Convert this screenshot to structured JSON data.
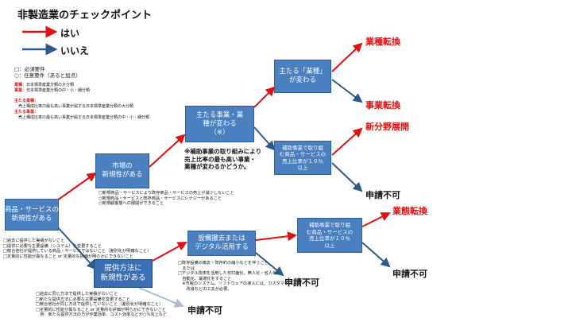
{
  "title": "非製造業のチェックポイント",
  "legend": {
    "yes_label": "はい",
    "no_label": "いいえ",
    "yes_color": "#e01010",
    "no_color": "#2b5b8c"
  },
  "key": {
    "required": "□：必須要件",
    "optional": "○：任意要件（あると加点）",
    "industry_label": "業種：",
    "industry_text": "日本標準産業分類の大分類",
    "business_label": "事業：",
    "business_text": "日本標準産業分類の中・小・細分類",
    "main_industry_label": "主たる業種：",
    "main_industry_text": "売上構成比率の最も高い事業が属する日本標準産業分類の大分類",
    "main_business_label": "主たる事業：",
    "main_business_text": "売上構成比率の最も高い事業が属する日本標準産業分類の中・小・細分類"
  },
  "nodes": {
    "product": "商品・サービスの\n新規性がある",
    "market": "市場の\n新規性がある",
    "main_business": "主たる事業・業\n種が変わる\n（※）",
    "main_industry": "主たる「業種」\nが変わる",
    "subsidy_top": "補助事業で取り組\nむ商品・サービスの\n売上比率が１０％\n以上",
    "offering": "提供方法に\n新規性がある",
    "equipment": "設備撤去または\nデジタル活用する",
    "subsidy_bottom": "補助事業で取り組\nむ商品・サービスの\n売上比率が１０％\n以上"
  },
  "results": {
    "industry_change": "業種転換",
    "business_change": "事業転換",
    "new_field": "新分野展開",
    "not_eligible_1": "申請不可",
    "format_change": "業態転換",
    "not_eligible_2": "申請不可",
    "not_eligible_3": "申請不可",
    "not_eligible_4": "申請不可"
  },
  "notes": {
    "main_business": "※補助事業の取り組みにより\n売上比率の最も高い事業・\n業種が変わるかどうか。",
    "market": "□新規商品・サービスにより既存商品・サービスの売上が減少しないこと\n○新規商品・サービスと既存商品・サービスにシナジーがあること\n○新規顧客層への展開ができること",
    "product": "□過去に提供した実績がないこと\n□提供に必要な主要設備（システム）を変更すること\n□競合他社が提供している商品・サービスではないこと（差別化が明確なこと）\n□定量的に性能が異なること or 定量的な評価が明らかにできないこと",
    "equipment": "□既存設備の撤去・既存釣の縮小などを伴うこと\n　または\n□デジタル技術を活用した非対面化、無人化・省人化、\n　自動化、最適化をすること\n　※市販のシステム、ソフトウェアの導入には、カスタマイズ、\n　　改良などの工夫が必要。",
    "offering": "□過去に同じ方法で提供した実績がないこと\n□新たな提供方法に必要な主要設備を変更すること\n□競合他社が同じ方法で提供していないこと（差別化が明確なこと）\n□定量的に性能が異なること or 定量的な評価が明らかにできないこと\n　例：新たな提供方法の方が作業効率、コスト効率などが○%向上など"
  }
}
